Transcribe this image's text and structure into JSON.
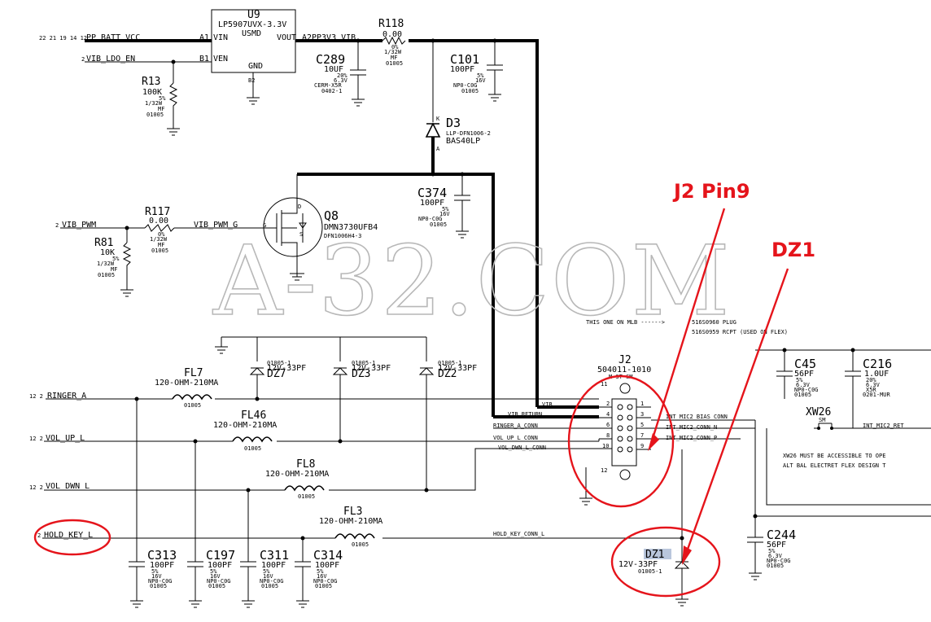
{
  "u9": {
    "ref": "U9",
    "part": "LP5907UVX-3.3V",
    "pkg": "USMD",
    "vin_pin": "A1",
    "vin_name": "VIN",
    "ven_pin": "B1",
    "ven_name": "VEN",
    "vout_name": "VOUT",
    "vout_pin": "A2",
    "gnd_name": "GND",
    "gnd_pin": "B2"
  },
  "nets": {
    "pp_batt": "PP_BATT_VCC",
    "pp_batt_pages": "22 21 19 14 12",
    "vib_ldo_en": "VIB_LDO_EN",
    "vib_ldo_en_page": "2",
    "pp3v3_vib": "PP3V3_VIB",
    "vib_pwm": "VIB_PWM",
    "vib_pwm_page": "2",
    "vib_pwm_g": "VIB_PWM_G",
    "vib": "VIB",
    "vib_return": "VIB_RETURN",
    "ringer_a_conn": "RINGER_A_CONN",
    "vol_up_conn": "VOL_UP_L_CONN",
    "vol_dwn_conn": "VOL_DWN_L_CONN",
    "hold_key_conn": "HOLD_KEY_CONN_L",
    "int_mic2_bias": "INT_MIC2_BIAS_CONN",
    "int_mic2_n": "INT_MIC2_CONN_N",
    "int_mic2_p": "INT_MIC2_CONN_P",
    "int_mic2_ret": "INT_MIC2_RET",
    "ringer_a": "RINGER_A",
    "ringer_pages": "12 2",
    "vol_up": "VOL_UP_L",
    "vol_up_pages": "12 2",
    "vol_dwn": "VOL_DWN_L",
    "vol_dwn_pages": "12 2",
    "hold_key": "HOLD_KEY_L",
    "hold_key_page": "2"
  },
  "r118": {
    "ref": "R118",
    "val": "0.00",
    "s1": "0%",
    "s2": "1/32W",
    "s3": "MF",
    "s4": "01005"
  },
  "r13": {
    "ref": "R13",
    "val": "100K",
    "s1": "5%",
    "s2": "1/32W",
    "s3": "MF",
    "s4": "01005"
  },
  "r117": {
    "ref": "R117",
    "val": "0.00",
    "s1": "0%",
    "s2": "1/32W",
    "s3": "MF",
    "s4": "01005"
  },
  "r81": {
    "ref": "R81",
    "val": "10K",
    "s1": "5%",
    "s2": "1/32W",
    "s3": "MF",
    "s4": "01005"
  },
  "c289": {
    "ref": "C289",
    "val": "10UF",
    "s1": "20%",
    "s2": "6.3V",
    "s3": "CERM-X5R",
    "s4": "0402-1"
  },
  "c101": {
    "ref": "C101",
    "val": "100PF",
    "s1": "5%",
    "s2": "16V",
    "s3": "NP0-C0G",
    "s4": "01005"
  },
  "c374": {
    "ref": "C374",
    "val": "100PF",
    "s1": "5%",
    "s2": "16V",
    "s3": "NP0-C0G",
    "s4": "01005"
  },
  "d3": {
    "ref": "D3",
    "pkg": "LLP-DFN1006-2",
    "part": "BAS40LP",
    "k": "K",
    "a": "A"
  },
  "q8": {
    "ref": "Q8",
    "part": "DMN3730UFB4",
    "pkg": "DFN1006H4-3",
    "g": "G",
    "d": "D",
    "s": "S"
  },
  "fl7": {
    "ref": "FL7",
    "val": "120-OHM-210MA",
    "pkg": "01005"
  },
  "fl46": {
    "ref": "FL46",
    "val": "120-OHM-210MA",
    "pkg": "01005"
  },
  "fl8": {
    "ref": "FL8",
    "val": "120-OHM-210MA",
    "pkg": "01005"
  },
  "fl3": {
    "ref": "FL3",
    "val": "120-OHM-210MA",
    "pkg": "01005"
  },
  "dz7": {
    "ref": "DZ7",
    "val": "12V-33PF",
    "pkg": "01005-1"
  },
  "dz3": {
    "ref": "DZ3",
    "val": "12V-33PF",
    "pkg": "01005-1"
  },
  "dz2": {
    "ref": "DZ2",
    "val": "12V-33PF",
    "pkg": "01005-1"
  },
  "dz1": {
    "ref": "DZ1",
    "val": "12V-33PF",
    "pkg": "01005-1"
  },
  "c313": {
    "ref": "C313",
    "val": "100PF",
    "s1": "5%",
    "s2": "16V",
    "s3": "NP0-C0G",
    "s4": "01005"
  },
  "c197": {
    "ref": "C197",
    "val": "100PF",
    "s1": "5%",
    "s2": "16V",
    "s3": "NP0-C0G",
    "s4": "01005"
  },
  "c311": {
    "ref": "C311",
    "val": "100PF",
    "s1": "5%",
    "s2": "16V",
    "s3": "NP0-C0G",
    "s4": "01005"
  },
  "c314": {
    "ref": "C314",
    "val": "100PF",
    "s1": "5%",
    "s2": "16V",
    "s3": "NP0-C0G",
    "s4": "01005"
  },
  "c45": {
    "ref": "C45",
    "val": "56PF",
    "s1": "5%",
    "s2": "6.3V",
    "s3": "NP0-C0G",
    "s4": "01005"
  },
  "c216": {
    "ref": "C216",
    "val": "1.0UF",
    "s1": "20%",
    "s2": "6.3V",
    "s3": "X5R",
    "s4": "0201-MUR"
  },
  "c244": {
    "ref": "C244",
    "val": "56PF",
    "s1": "5%",
    "s2": "6.3V",
    "s3": "NP0-C0G",
    "s4": "01005"
  },
  "xw26": {
    "ref": "XW26",
    "pkg": "SM"
  },
  "j2": {
    "ref": "J2",
    "part": "504011-1010",
    "pkg": "M-ST-SM"
  },
  "notes": {
    "mlb_a": "THIS ONE ON MLB ------>",
    "mlb_b": "516S0960 PLUG",
    "flex": "516S0959 RCPT (USED ON FLEX)",
    "xw26_a": "XW26 MUST BE ACCESSIBLE TO OPE",
    "xw26_b": "ALT BAL ELECTRET FLEX DESIGN T"
  },
  "annotations": {
    "j2_pin9": "J2 Pin9",
    "dz1": "DZ1"
  },
  "watermark": "A-32.COM"
}
